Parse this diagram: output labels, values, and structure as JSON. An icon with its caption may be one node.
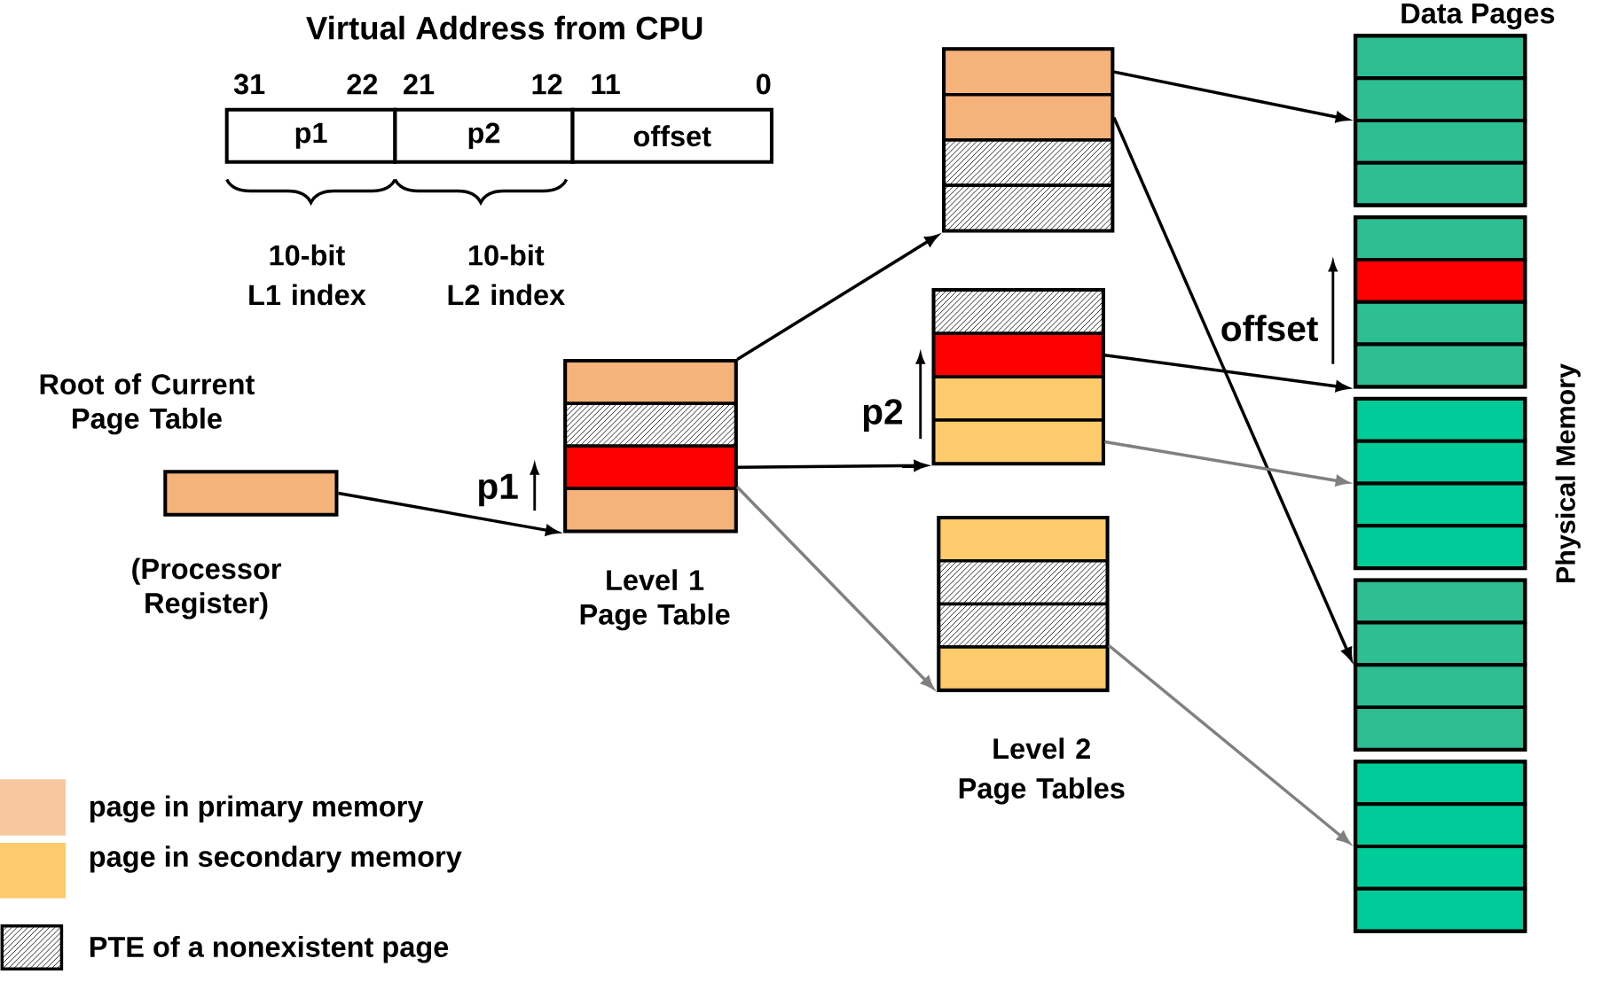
{
  "diagram": {
    "title": "Virtual Address from CPU",
    "nodes": [
      {
        "text": [
          "p1"
        ]
      },
      {
        "text": [
          "p2"
        ]
      },
      {
        "text": [
          "offset"
        ]
      },
      {
        "text": [
          "Root of Current Page Table"
        ],
        "beside": [
          "(Processor Register)"
        ]
      },
      {
        "text": [],
        "shape": "box",
        "beside": [
          "Level 1 Page Table"
        ]
      },
      {
        "text": [],
        "shape": "bar",
        "in": 4
      },
      {
        "text": [],
        "shape": "bar",
        "in": 4
      },
      {
        "text": [],
        "shape": "bar",
        "in": 4
      },
      {
        "text": [],
        "shape": "bar",
        "in": 4
      },
      {
        "text": [],
        "shape": "box"
      },
      {
        "text": [],
        "shape": "bar",
        "in": 9
      },
      {
        "text": [],
        "shape": "bar",
        "in": 9
      },
      {
        "text": [],
        "shape": "bar",
        "in": 9
      },
      {
        "text": [],
        "shape": "bar",
        "in": 9
      },
      {
        "text": [],
        "shape": "box"
      },
      {
        "text": [],
        "shape": "bar",
        "in": 14
      },
      {
        "text": [],
        "shape": "bar",
        "in": 14
      },
      {
        "text": [],
        "shape": "bar",
        "in": 14
      },
      {
        "text": [],
        "shape": "bar",
        "in": 14
      },
      {
        "text": [],
        "shape": "box"
      },
      {
        "text": [],
        "shape": "bar",
        "in": 19
      },
      {
        "text": [],
        "shape": "bar",
        "in": 19
      },
      {
        "text": [],
        "shape": "bar",
        "in": 19
      },
      {
        "text": [],
        "shape": "bar",
        "in": 19
      },
      {
        "text": [],
        "shape": "box"
      },
      {
        "text": [],
        "shape": "box"
      },
      {
        "text": [],
        "shape": "box"
      },
      {
        "text": [],
        "shape": "box"
      },
      {
        "text": [],
        "shape": "box"
      }
    ],
    "edges": [
      {
        "from": 3,
        "to": 4,
        "arrow": "to"
      },
      {
        "from": 5,
        "to": 9,
        "arrow": "to"
      },
      {
        "from": 7,
        "to": 14,
        "arrow": "to"
      },
      {
        "from": 8,
        "to": 19,
        "arrow": "to",
        "color": "#808080"
      },
      {
        "from": 10,
        "to": 24,
        "arrow": "to"
      },
      {
        "from": 11,
        "to": 27,
        "arrow": "to"
      },
      {
        "from": 16,
        "to": 25,
        "arrow": "to"
      },
      {
        "from": 18,
        "to": 26,
        "arrow": "to",
        "color": "#808080"
      },
      {
        "from": 23,
        "to": 28,
        "arrow": "to",
        "color": "#808080"
      }
    ],
    "labels": [
      "31",
      "22",
      "21",
      "12",
      "11",
      "0",
      "10-bit L1 index",
      "10-bit L2 index",
      "Data Pages",
      "p1",
      "p2",
      "offset",
      "Physical Memory",
      "Level 2 Page Tables"
    ],
    "legend": [
      {
        "text": "page in primary memory",
        "color": "#f7c8a0"
      },
      {
        "text": "page in secondary memory",
        "color": "#fdcb6b"
      },
      {
        "text": "PTE of a nonexistent page"
      }
    ]
  }
}
